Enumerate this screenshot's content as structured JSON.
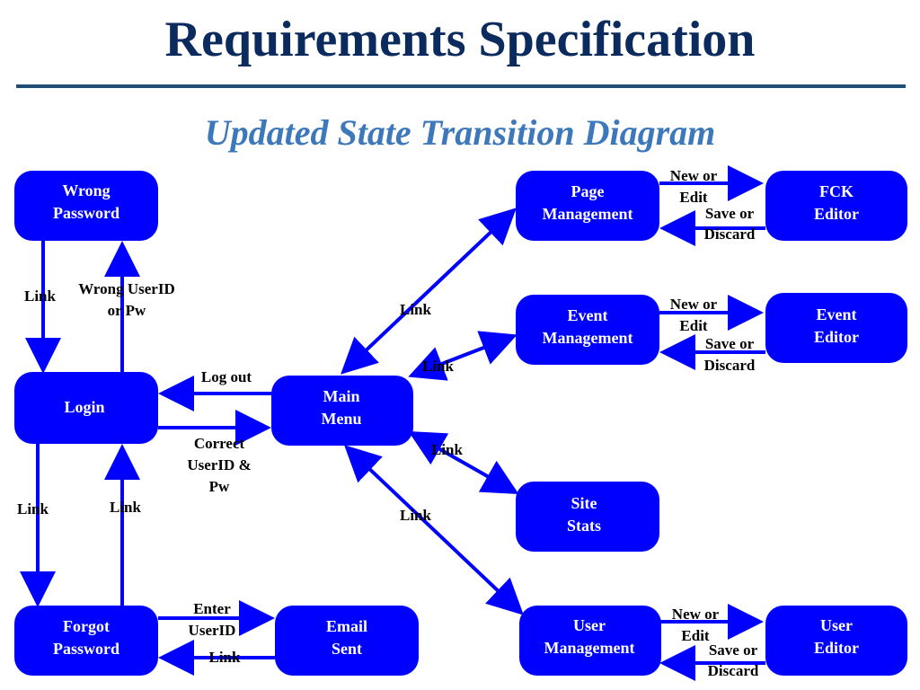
{
  "header": {
    "title": "Requirements Specification",
    "subtitle": "Updated State Transition Diagram"
  },
  "colors": {
    "node": "#0000ff",
    "title": "#0b2a5e",
    "subtitle": "#3d78ba"
  },
  "nodes": {
    "wrong_password": [
      "Wrong",
      "Password"
    ],
    "login": [
      "Login"
    ],
    "forgot_password": [
      "Forgot",
      "Password"
    ],
    "email_sent": [
      "Email",
      "Sent"
    ],
    "main_menu": [
      "Main",
      "Menu"
    ],
    "page_management": [
      "Page",
      "Management"
    ],
    "event_management": [
      "Event",
      "Management"
    ],
    "site_stats": [
      "Site",
      "Stats"
    ],
    "user_management": [
      "User",
      "Management"
    ],
    "fck_editor": [
      "FCK",
      "Editor"
    ],
    "event_editor": [
      "Event",
      "Editor"
    ],
    "user_editor": [
      "User",
      "Editor"
    ]
  },
  "edge_labels": {
    "wrong_to_login": "Link",
    "login_to_wrong": [
      "Wrong UserID",
      "or Pw"
    ],
    "logout": "Log out",
    "correct": [
      "Correct",
      "UserID &",
      "Pw"
    ],
    "login_to_forgot": "Link",
    "forgot_to_login": "Link",
    "enter_userid": [
      "Enter",
      "UserID"
    ],
    "email_link": "Link",
    "menu_page": "Link",
    "menu_event": "Link",
    "menu_stats": "Link",
    "menu_user": "Link",
    "new_or_edit": [
      "New or",
      "Edit"
    ],
    "save_or_discard": [
      "Save or",
      "Discard"
    ]
  }
}
